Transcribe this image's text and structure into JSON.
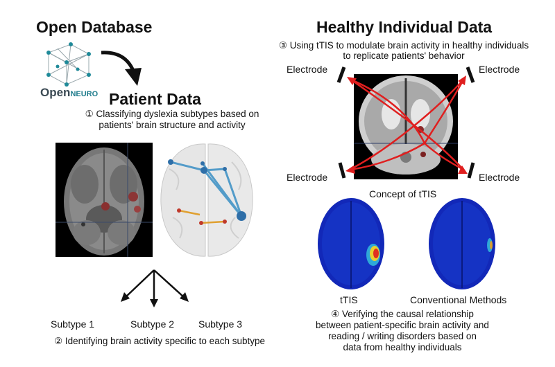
{
  "left": {
    "title": "Open Database",
    "logo": {
      "open": "Open",
      "neuro": "NEURO",
      "brand_color": "#1f7c8c",
      "secondary_color": "#3b4a54"
    },
    "patient_title": "Patient Data",
    "step1": [
      "① Classifying dyslexia subtypes based on",
      "patients' brain structure and activity"
    ],
    "subtypes": [
      "Subtype 1",
      "Subtype 2",
      "Subtype 3"
    ],
    "step2": "② Identifying brain activity specific to each subtype"
  },
  "right": {
    "title": "Healthy Individual Data",
    "step3": [
      "③ Using tTIS to modulate brain activity in healthy individuals",
      "to replicate patients' behavior"
    ],
    "electrode_label": "Electrode",
    "concept_label": "Concept of tTIS",
    "map_labels": [
      "tTIS",
      "Conventional Methods"
    ],
    "step4": [
      "④ Verifying the causal relationship",
      "between patient-specific brain activity and",
      "reading / writing disorders based on",
      "data from healthy individuals"
    ]
  },
  "colors": {
    "arrow_red": "#e01f1f",
    "map_blue": "#1228b8",
    "network_blue": "#3a8fc4",
    "network_orange": "#e0a030"
  }
}
